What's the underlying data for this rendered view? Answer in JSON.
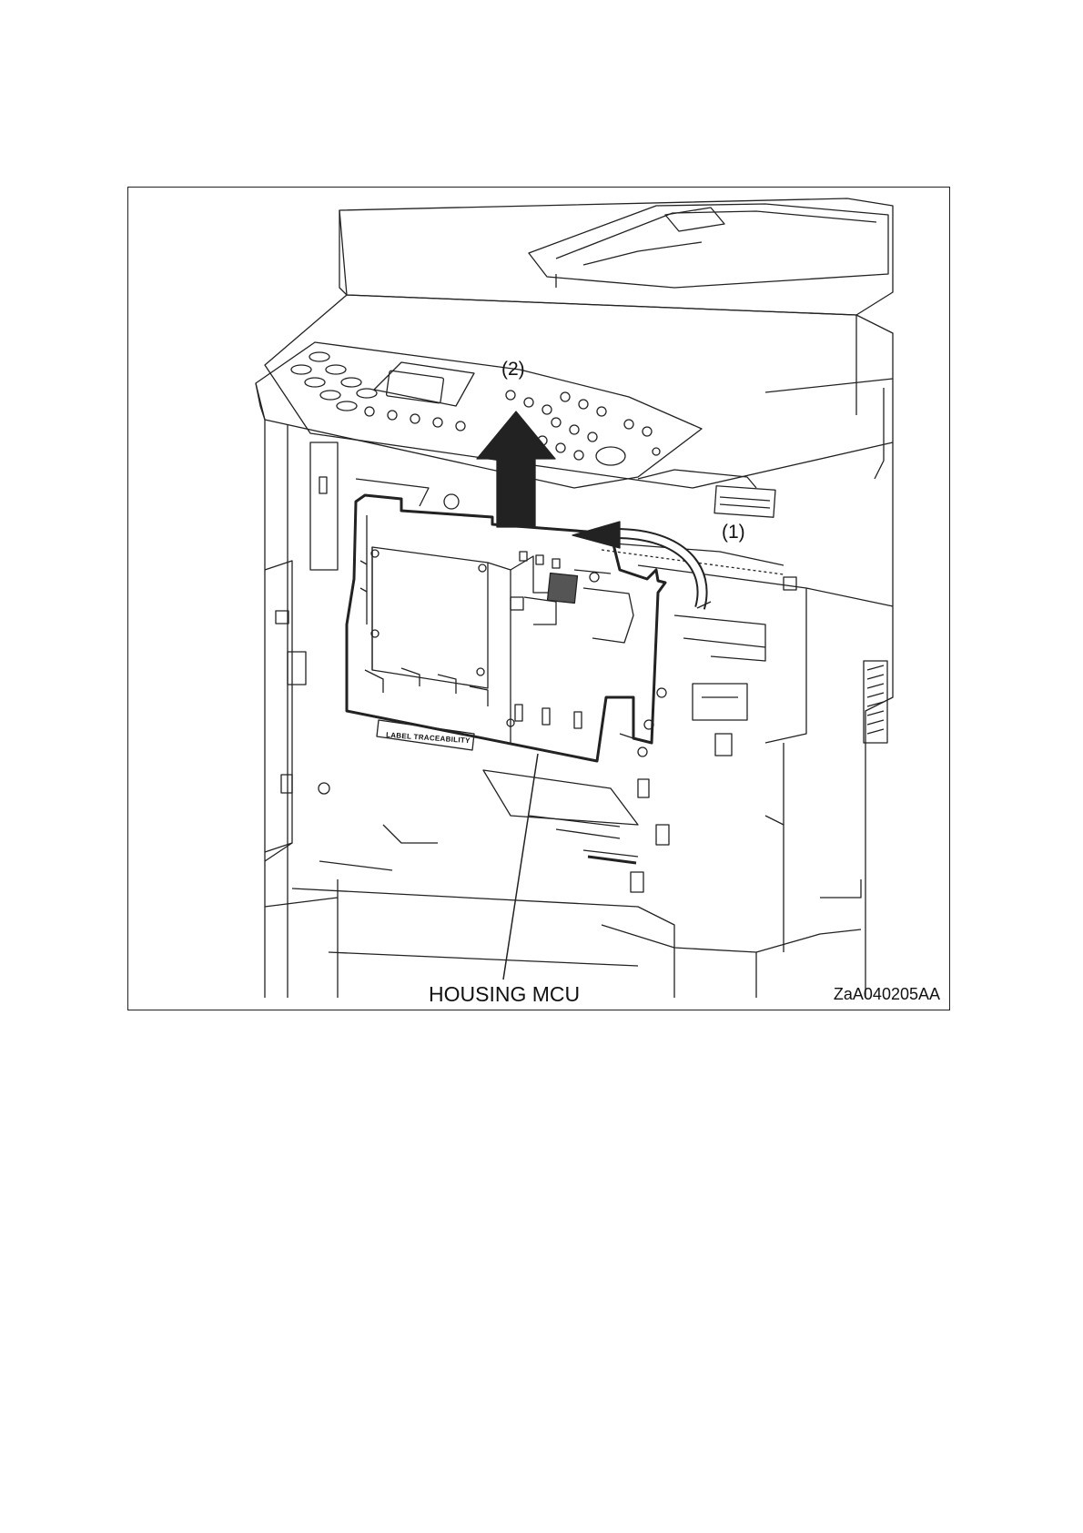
{
  "figure": {
    "labels": {
      "step_2": "(2)",
      "step_1": "(1)",
      "part_name": "HOUSING MCU",
      "figure_code": "ZaA040205AA",
      "panel_tag": "LABEL TRACEABILITY"
    },
    "colors": {
      "line": "#222222",
      "background": "#ffffff"
    }
  }
}
